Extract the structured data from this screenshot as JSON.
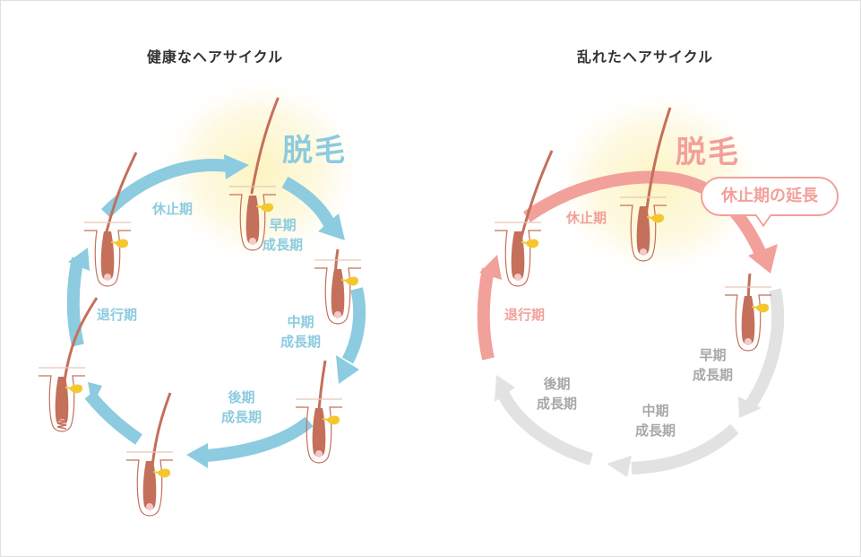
{
  "left_panel": {
    "title": "健康なヘアサイクル",
    "shedding_label": "脱毛",
    "phases": {
      "telogen": "休止期",
      "early_anagen_1": "早期",
      "early_anagen_2": "成長期",
      "mid_anagen_1": "中期",
      "mid_anagen_2": "成長期",
      "late_anagen_1": "後期",
      "late_anagen_2": "成長期",
      "catagen": "退行期"
    },
    "arrow_color": "#8ccbe0"
  },
  "right_panel": {
    "title": "乱れたヘアサイクル",
    "shedding_label": "脱毛",
    "callout": "休止期の延長",
    "phases": {
      "telogen": "休止期",
      "catagen": "退行期",
      "early_anagen_1": "早期",
      "early_anagen_2": "成長期",
      "mid_anagen_1": "中期",
      "mid_anagen_2": "成長期",
      "late_anagen_1": "後期",
      "late_anagen_2": "成長期"
    },
    "active_arrow_color": "#f2a09a",
    "inactive_arrow_color": "#e2e2e2"
  },
  "colors": {
    "hair": "#c4705a",
    "follicle_outline": "#c4705a",
    "skin_line": "#e8c8b8",
    "sebaceous_gland": "#f5c72e",
    "papilla": "#f6c8c8",
    "glow": "#fdf6cc"
  }
}
